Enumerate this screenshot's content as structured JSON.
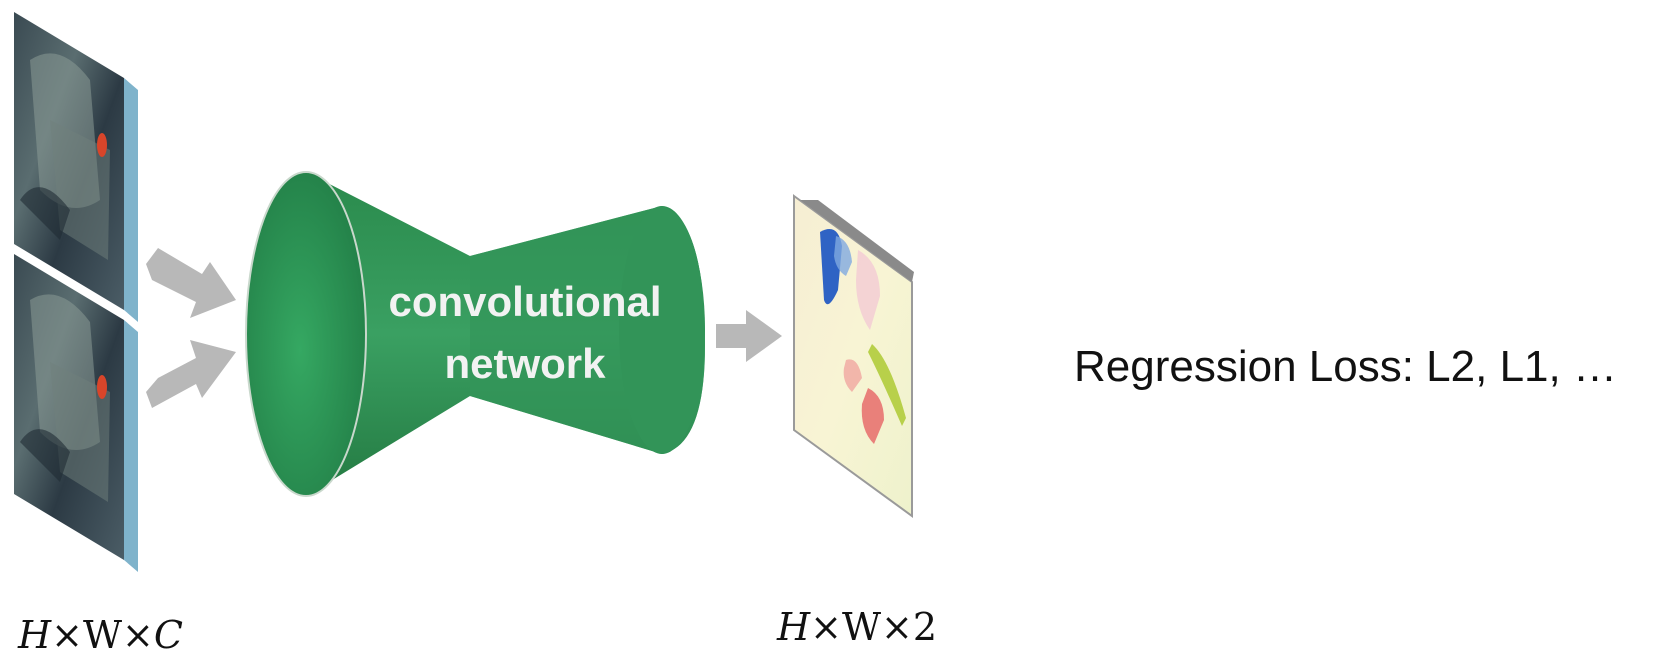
{
  "network": {
    "label_line1": "convolutional",
    "label_line2": "network"
  },
  "input": {
    "dims_h": "H",
    "dims_w": "×W×",
    "dims_c": "C"
  },
  "output": {
    "dims_h": "H",
    "dims_rest": "×W×2"
  },
  "loss": {
    "text": "Regression Loss: L2, L1, …"
  },
  "colors": {
    "network_green": "#2e8b4e",
    "arrow_gray": "#b8b8b8",
    "frame_edge": "#6fa6c0"
  },
  "icons": {
    "input_frame": "video-frame-image",
    "output_frame": "optical-flow-image",
    "arrow": "right-arrow-icon"
  }
}
